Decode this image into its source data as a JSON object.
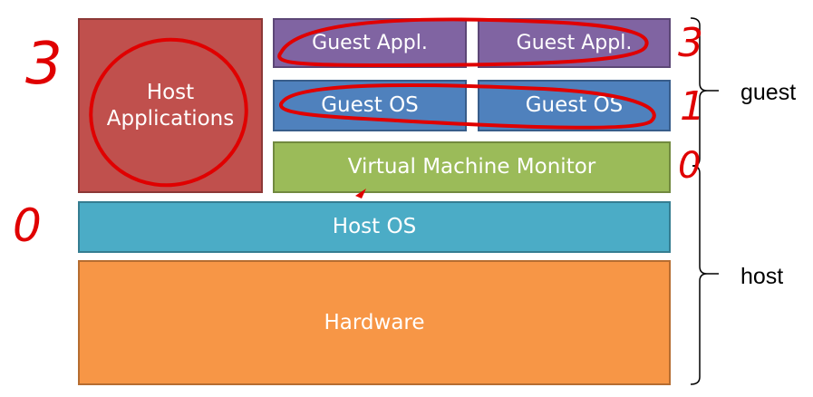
{
  "layers": {
    "host_applications": "Host Applications",
    "guest_app_1": "Guest Appl.",
    "guest_app_2": "Guest Appl.",
    "guest_os_1": "Guest OS",
    "guest_os_2": "Guest OS",
    "vmm": "Virtual Machine Monitor",
    "host_os": "Host OS",
    "hardware": "Hardware"
  },
  "groups": {
    "guest": "guest",
    "host": "host"
  },
  "annotations": {
    "host_apps_ring": "3",
    "guest_app_ring": "3",
    "guest_os_ring": "1",
    "vmm_ring": "0",
    "host_os_ring": "0",
    "ink_color": "#e00000"
  },
  "colors": {
    "host_applications": "#c0504d",
    "guest_app": "#8064a2",
    "guest_os": "#4f81bd",
    "vmm": "#9bbb59",
    "host_os": "#4bacc6",
    "hardware": "#f79646"
  }
}
